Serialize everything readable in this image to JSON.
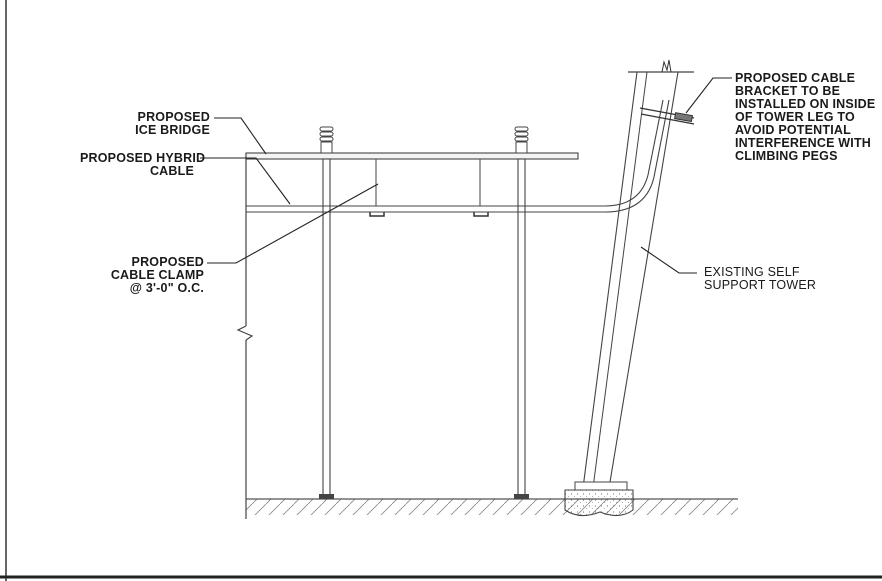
{
  "labels": {
    "ice_bridge": [
      "PROPOSED",
      "ICE BRIDGE"
    ],
    "hybrid_cable": [
      "PROPOSED HYBRID",
      "CABLE"
    ],
    "cable_clamp": [
      "PROPOSED",
      "CABLE CLAMP",
      "@ 3'-0\" O.C."
    ],
    "cable_bracket": [
      "PROPOSED CABLE",
      "BRACKET TO BE",
      "INSTALLED ON INSIDE",
      "OF TOWER LEG TO",
      "AVOID POTENTIAL",
      "INTERFERENCE WITH",
      "CLIMBING PEGS"
    ],
    "tower": [
      "EXISTING SELF",
      "SUPPORT TOWER"
    ]
  }
}
